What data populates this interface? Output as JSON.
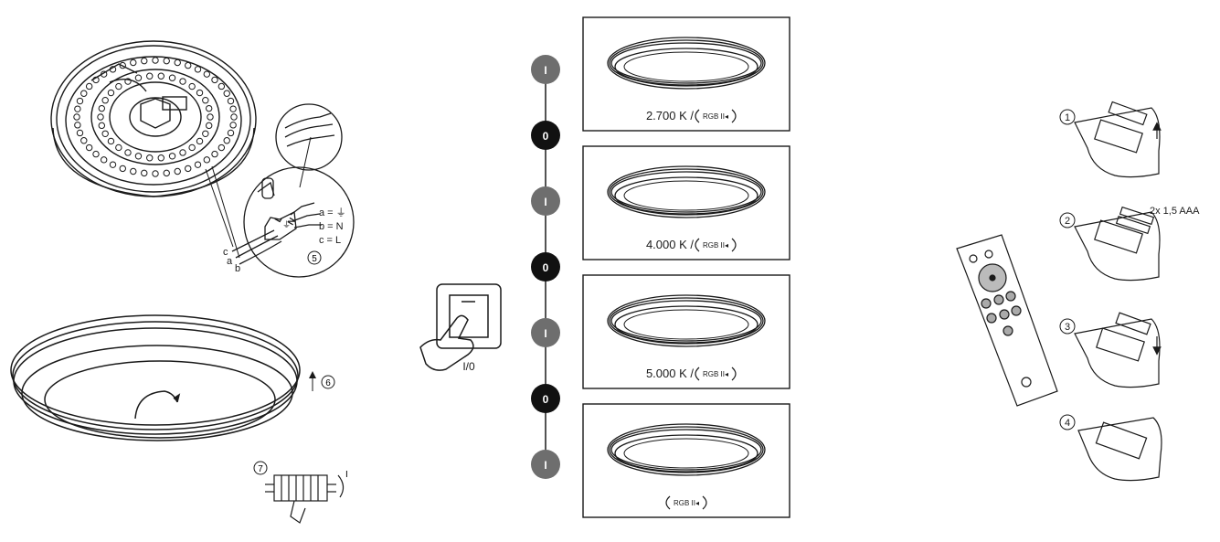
{
  "wiring": {
    "legend_a": "a = ⏚",
    "legend_b": "b = N",
    "legend_c": "c = L",
    "wire_c": "c",
    "wire_a": "a",
    "wire_b": "b",
    "terminal_earth": "⏚",
    "terminal_N": "N",
    "terminal_L": "L",
    "step5": "5"
  },
  "mounting": {
    "step6": "6",
    "step7": "7",
    "rotate_mark": "I"
  },
  "switch": {
    "label": "I/0"
  },
  "sequence": {
    "nodes": [
      "I",
      "0",
      "I",
      "0",
      "I",
      "0",
      "I"
    ],
    "panels": [
      {
        "temp": "2.700 K /",
        "rgb": "RGB II◂"
      },
      {
        "temp": "4.000 K /",
        "rgb": "RGB II◂"
      },
      {
        "temp": "5.000 K /",
        "rgb": "RGB II◂"
      },
      {
        "temp": "",
        "rgb": "RGB II◂"
      }
    ]
  },
  "battery": {
    "steps": [
      "1",
      "2",
      "3",
      "4"
    ],
    "battery_label": "2x 1,5 AAA"
  },
  "colors": {
    "line": "#1a1a1a",
    "node_on": "#6e6e6e",
    "node_off": "#111111"
  }
}
